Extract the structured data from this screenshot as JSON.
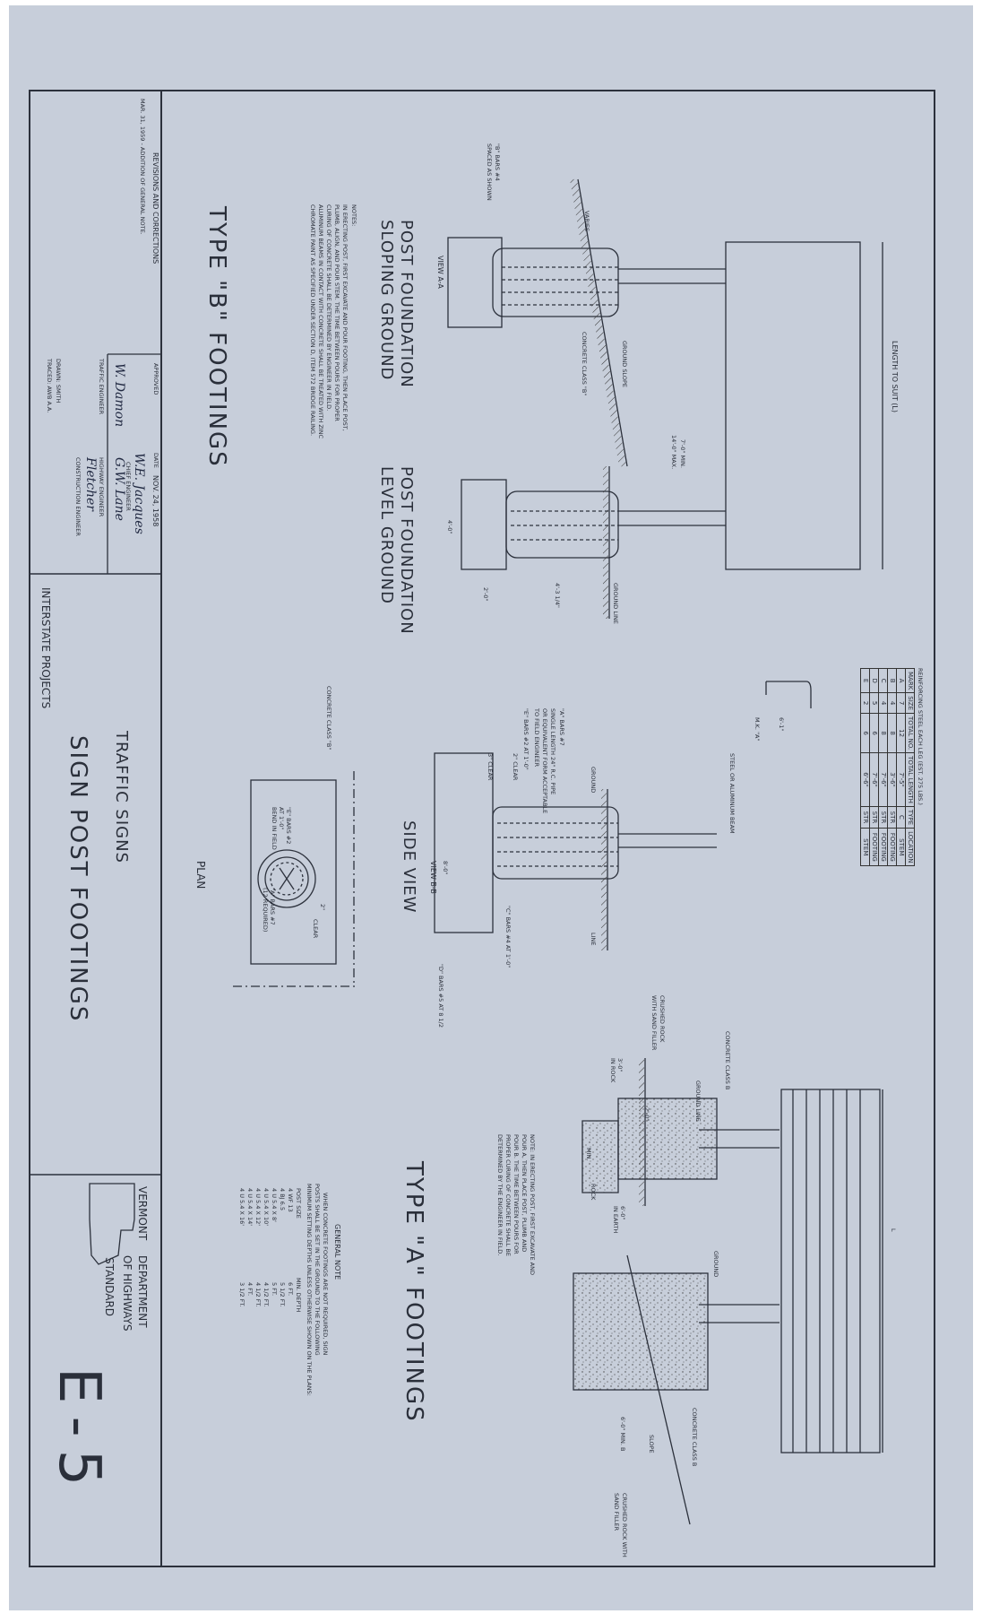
{
  "title_block": {
    "project": "INTERSTATE PROJECTS",
    "title_line1": "TRAFFIC SIGNS",
    "title_line2": "SIGN POST FOOTINGS",
    "sheet_no": "E-5",
    "agency": {
      "state": "VERMONT",
      "dept_line1": "DEPARTMENT",
      "dept_line2": "OF HIGHWAYS",
      "dept_line3": "STANDARD"
    },
    "revisions_header": "REVISIONS AND CORRECTIONS",
    "revision_1": "MAR. 31, 1959 - ADDITION OF GENERAL NOTE.",
    "approved_label": "APPROVED",
    "date_label": "DATE",
    "date_value": "NOV. 24, 1958",
    "roles": [
      "CHIEF ENGINEER",
      "HIGHWAY ENGINEER",
      "CONSTRUCTION ENGINEER",
      "TRAFFIC ENGINEER"
    ],
    "drawn": "DRAWN: SMITH",
    "traced": "TRACED: AWB  A.A."
  },
  "type_b": {
    "heading": "TYPE \"B\" FOOTINGS",
    "sloping_title_1": "POST FOUNDATION",
    "sloping_title_2": "SLOPING GROUND",
    "level_title_1": "POST FOUNDATION",
    "level_title_2": "LEVEL GROUND",
    "side_view": "SIDE VIEW",
    "plan": "PLAN",
    "view_aa": "VIEW A-A",
    "view_bb": "VIEW B-B",
    "length_label": "LENGTH TO SUIT (L)",
    "notes_header": "NOTES:",
    "notes": [
      "IN ERECTING POST, FIRST EXCAVATE AND POUR FOOTING, THEN PLACE POST,",
      "PLUMB, ALIGN, AND POUR STEM. THE TIME BETWEEN POURS FOR PROPER",
      "CURING OF CONCRETE SHALL BE DETERMINED BY ENGINEER IN FIELD.",
      "ALUMINUM BEAMS IN CONTACT WITH CONCRETE SHALL BE TREATED WITH ZINC",
      "CHROMATE PAINT AS SPECIFIED UNDER SECTION D, ITEM 572 BRIDGE RAILING."
    ],
    "labels": {
      "b_bars": "\"B\" BARS #4",
      "spaced": "SPACED AS SHOWN",
      "varies": "VARIES",
      "concrete_class_b": "CONCRETE CLASS \"B\"",
      "ground_slope": "GROUND SLOPE",
      "min_7": "7'-0\" MIN.",
      "max_14": "14'-0\" MAX.",
      "ground_line": "GROUND LINE",
      "dim_4_0": "4'-0\"",
      "dim_2_0": "2'-0\"",
      "dim_4_3": "4'-3 1/4\"",
      "ground": "GROUND",
      "line": "LINE",
      "steel_beam": "STEEL OR ALUMINUM BEAM",
      "a_bars": "\"A\" BARS #7",
      "single_length": "SINGLE LENGTH 24\" R.C. PIPE",
      "or_equivalent": "OR EQUIVALENT FORM ACCEPTABLE",
      "to_field": "TO FIELD ENGINEER",
      "e_bars": "\"E\" BARS #2 AT 1'-0\"",
      "clear_2": "2\" CLEAR",
      "clear_3": "3\" CLEAR",
      "c_bars": "\"C\" BARS #4 AT 1'-0\"",
      "d_bars": "\"D\" BARS #5 AT 8 1/2",
      "dim_8_0": "8'-0\"",
      "e_bars_plan": "\"E\" BARS #2",
      "at_1_0": "AT 1'-0\"",
      "bend_in_field": "BEND IN FIELD",
      "a_bars_plan": "\"A\" BARS #7",
      "as_req": "(12 REQUIRED)",
      "clear": "CLEAR",
      "dim_2": "2\"",
      "concrete_class_b2": "CONCRETE CLASS \"B\"",
      "mk_a": "M.K. \"A\"",
      "dim_6_1": "6'-1\""
    }
  },
  "reinforcing": {
    "title": "REINFORCING STEEL EACH LEG (EST. 275 LBS.)",
    "headers": [
      "MARK",
      "SIZE",
      "TOTAL NO.",
      "TOTAL LENGTH",
      "TYPE",
      "LOCATION"
    ],
    "rows": [
      [
        "A",
        "7",
        "12",
        "7'-5\"",
        "C",
        "STEM"
      ],
      [
        "B",
        "4",
        "8",
        "3'-6\"",
        "STR",
        "FOOTING"
      ],
      [
        "C",
        "4",
        "8",
        "7'-6\"",
        "STR",
        "FOOTING"
      ],
      [
        "D",
        "5",
        "6",
        "7'-6\"",
        "STR",
        "FOOTING"
      ],
      [
        "E",
        "2",
        "6",
        "6'-6\"",
        "STR",
        "STEM"
      ]
    ]
  },
  "type_a": {
    "heading": "TYPE \"A\" FOOTINGS",
    "note": [
      "NOTE: IN ERECTING POST, FIRST EXCAVATE AND",
      "POUR A, THEN PLACE POST, PLUMB AND",
      "POUR B. THE TIME BETWEEN POURS FOR",
      "PROPER CURING OF CONCRETE SHALL BE",
      "DETERMINED BY THE ENGINEER IN FIELD."
    ],
    "general_note_header": "GENERAL NOTE",
    "general_note": [
      "WHEN CONCRETE FOOTINGS ARE NOT REQUIRED, SIGN",
      "POSTS SHALL BE SET IN THE GROUND TO THE FOLLOWING",
      "MINIMUM SETTING DEPTHS UNLESS OTHERWISE SHOWN ON THE PLANS:"
    ],
    "post_sizes_header": "POST SIZE",
    "post_sizes": [
      "4 WF 13",
      "4 BJ 6.5",
      "4 U 5.4 X 8'",
      "4 U 5.4 X 10'",
      "4 U 5.4 X 12'",
      "4 U 5.4 X 14'",
      "4 U 5.4 X 16'"
    ],
    "depths_header": "MIN. DEPTH",
    "depths": [
      "6 FT.",
      "5 1/2 FT.",
      "5 FT.",
      "4 1/2 FT.",
      "4 1/2 FT.",
      "4 FT.",
      "3 1/2 FT."
    ],
    "labels": {
      "concrete_class_b": "CONCRETE CLASS B",
      "crushed_rock": "CRUSHED ROCK",
      "with_sand": "WITH SAND FILLER",
      "ground_line": "GROUND LINE",
      "in_rock": "IN ROCK",
      "dim_3_0": "3'-0\"",
      "dim_2_0": "2'-0\"",
      "rock": "ROCK",
      "in_earth": "IN EARTH",
      "dim_6_0": "6'-0\"",
      "min": "MIN.",
      "ground": "GROUND",
      "slope": "SLOPE",
      "concrete_class_b2": "CONCRETE CLASS B",
      "crushed_rock_2": "CRUSHED ROCK WITH",
      "sand_filler": "SAND FILLER",
      "min_6_0_b": "6'-0\" MIN. B",
      "l": "L"
    }
  }
}
